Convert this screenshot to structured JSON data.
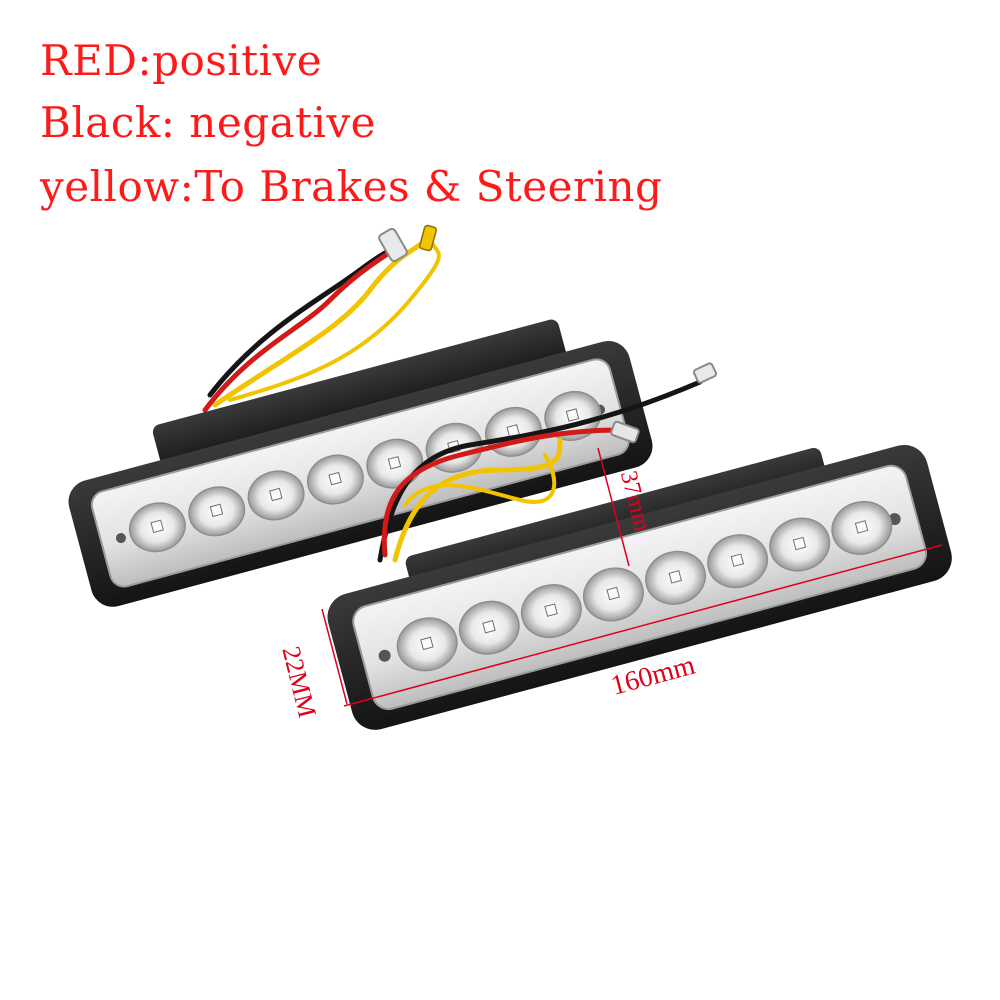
{
  "annotations": {
    "lines": [
      "RED:positive",
      "Black: negative",
      "yellow:To Brakes & Steering"
    ],
    "color": "#ff1a1a"
  },
  "dimensions": {
    "height_label": "37mm",
    "depth_label": "22MM",
    "length_label": "160mm",
    "color": "#e0001a"
  },
  "product": {
    "led_count_per_lamp": 8,
    "housing_color": "#262626",
    "wire_colors": [
      "#d11a1a",
      "#151515",
      "#f2c400"
    ]
  }
}
